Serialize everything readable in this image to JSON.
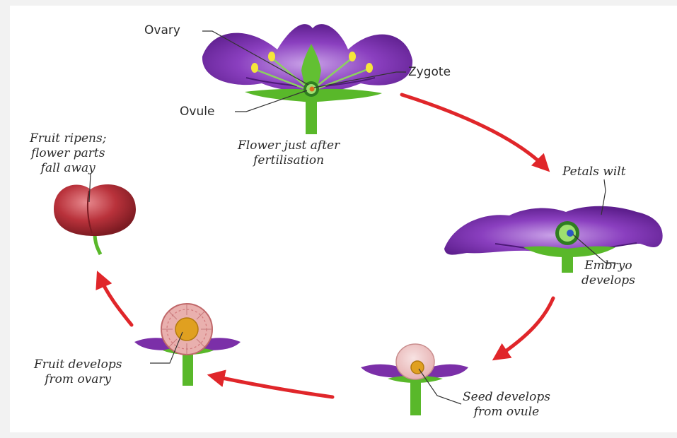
{
  "labels": {
    "ovary": "Ovary",
    "zygote": "Zygote",
    "ovule": "Ovule",
    "flower_after_fertilisation": [
      "Flower just after",
      "fertilisation"
    ],
    "petals_wilt": "Petals wilt",
    "embryo_develops": [
      "Embryo",
      "develops"
    ],
    "seed_develops": [
      "Seed develops",
      "from ovule"
    ],
    "fruit_develops": [
      "Fruit develops",
      "from ovary"
    ],
    "fruit_ripens": [
      "Fruit ripens;",
      "flower parts",
      "fall away"
    ]
  },
  "colors": {
    "petal": "#7b2fa8",
    "petal_light": "#b07ad8",
    "stem": "#59b82a",
    "arrow": "#e0262a",
    "fruit": "#b5303a",
    "ovule": "#e0a020"
  }
}
